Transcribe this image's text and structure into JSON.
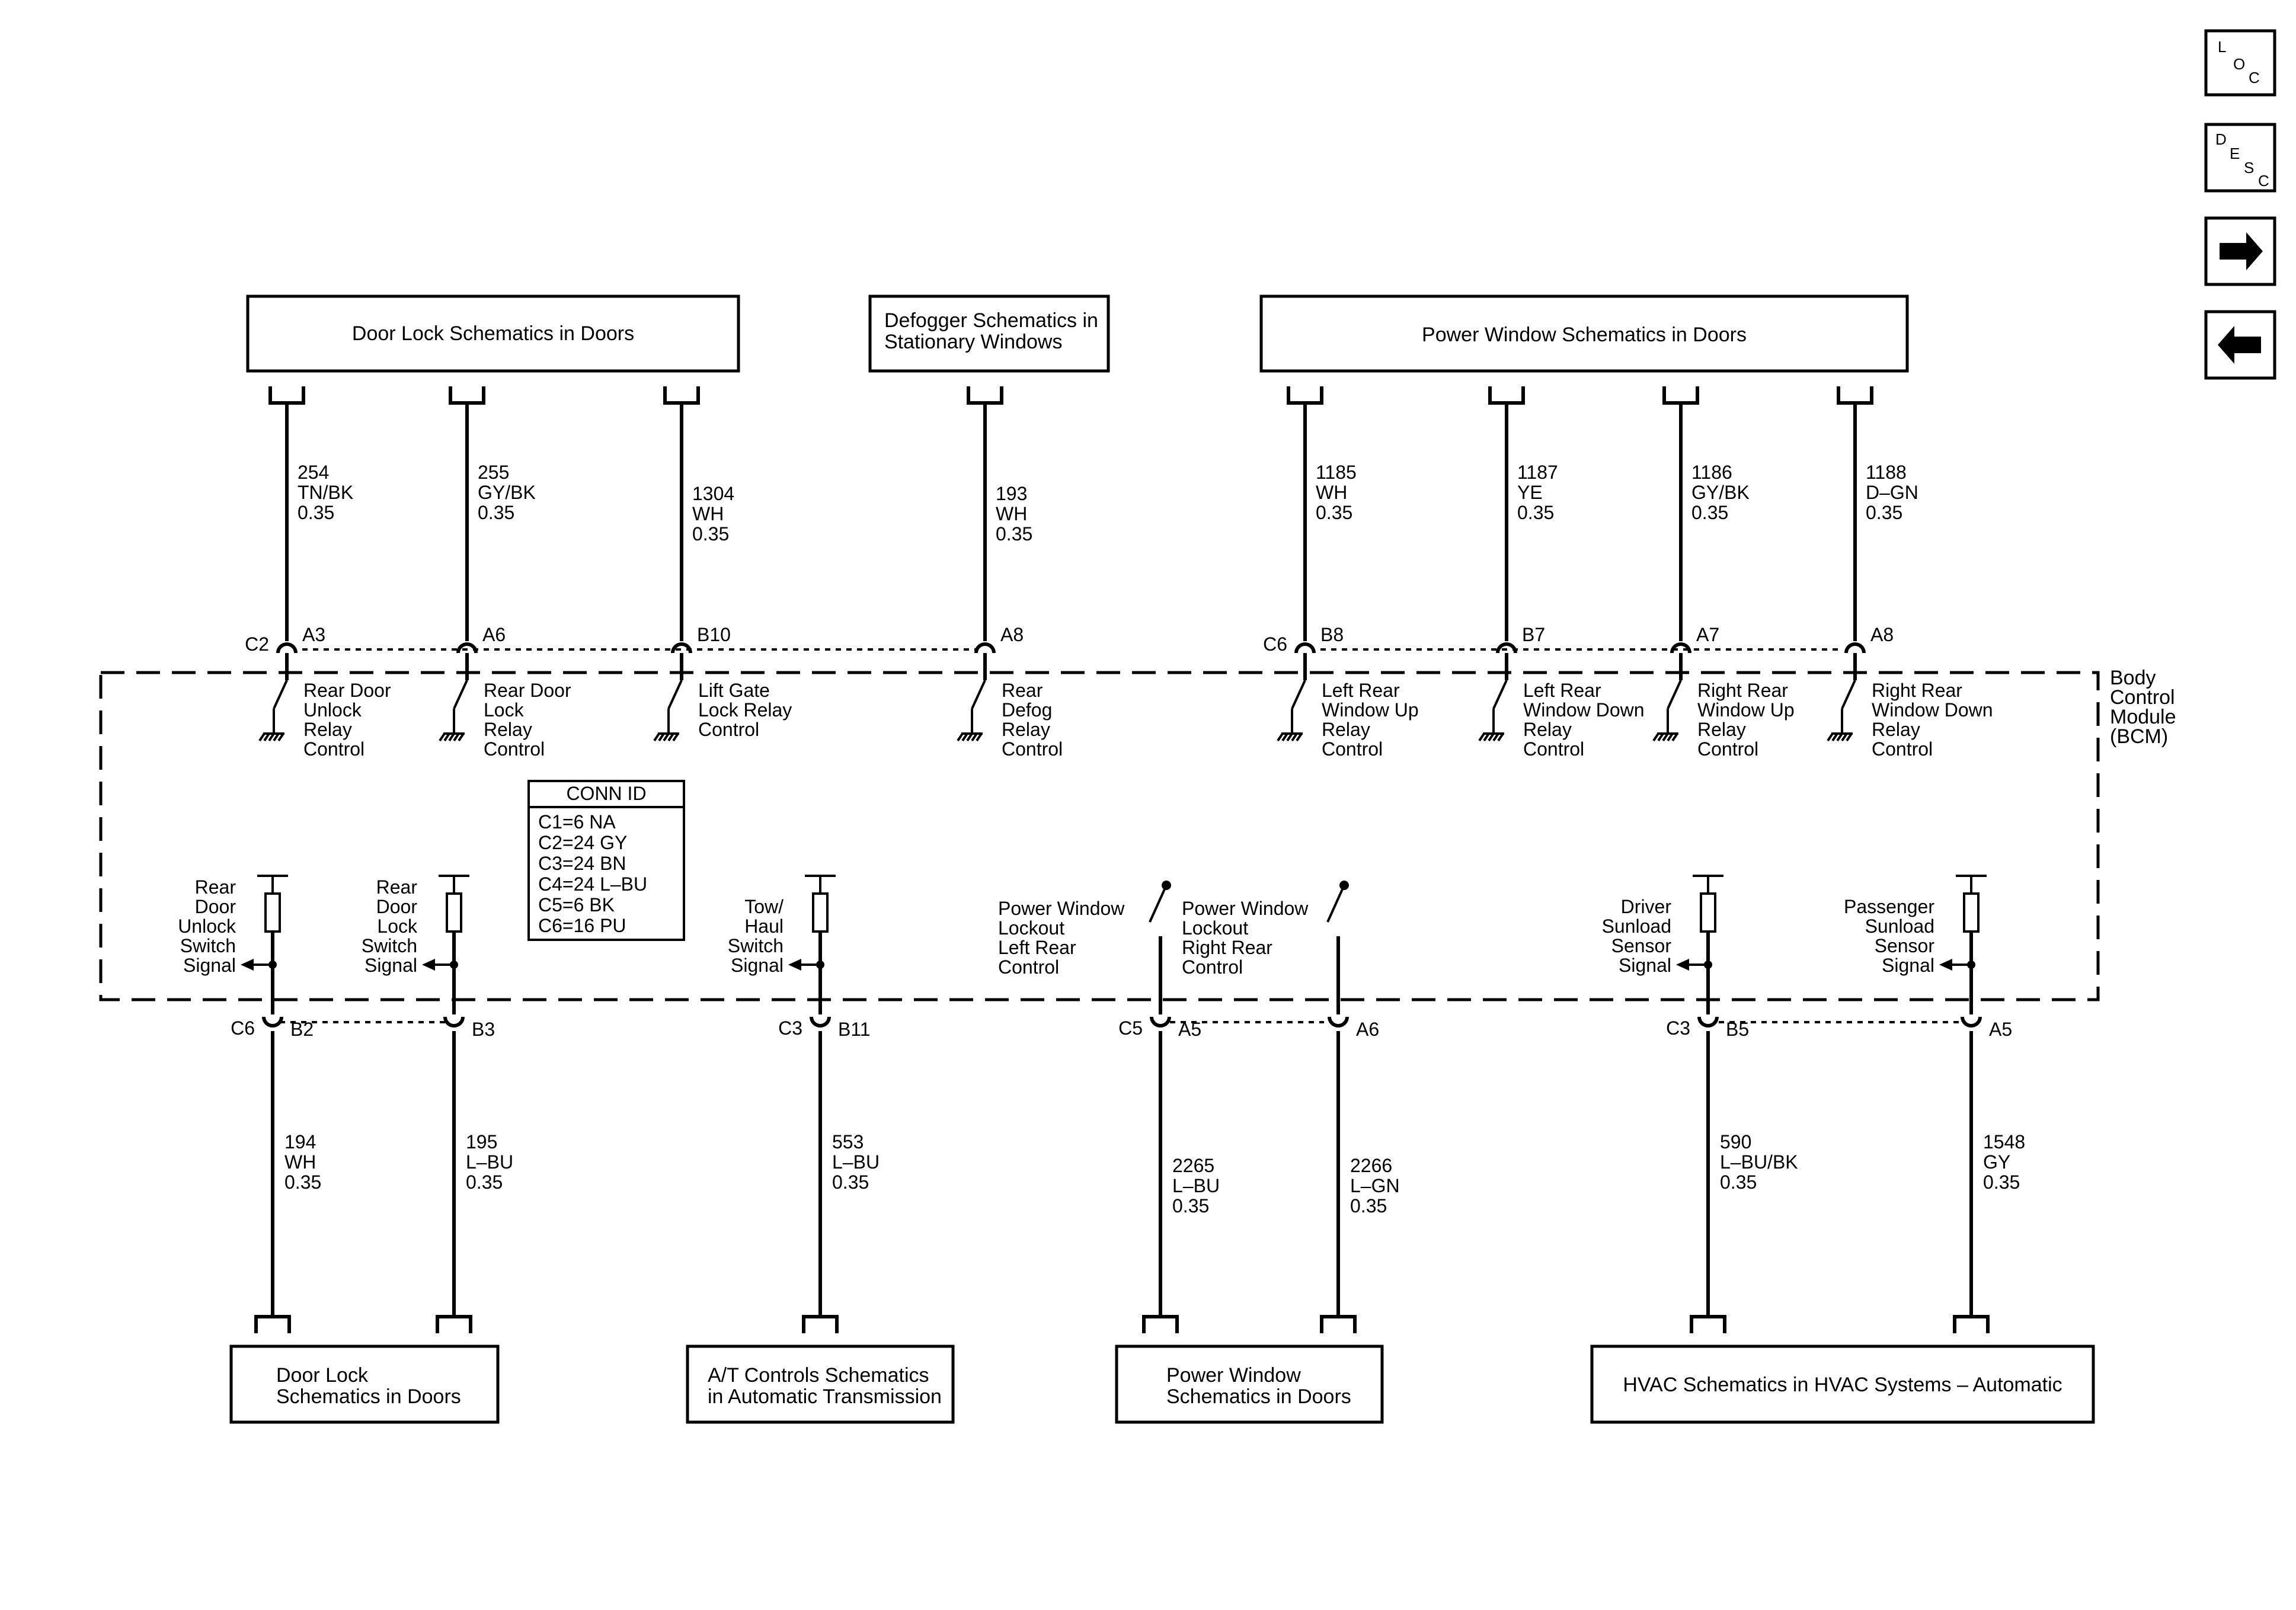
{
  "nav": {
    "loc": [
      "L",
      "O",
      "C"
    ],
    "desc": [
      "D",
      "E",
      "S",
      "C"
    ]
  },
  "top_boxes": [
    {
      "lines": [
        "Door Lock Schematics in Doors"
      ]
    },
    {
      "lines": [
        "Defogger Schematics in",
        "Stationary Windows"
      ]
    },
    {
      "lines": [
        "Power Window Schematics in Doors"
      ]
    }
  ],
  "bottom_boxes": [
    {
      "lines": [
        "Door Lock",
        "Schematics in Doors"
      ]
    },
    {
      "lines": [
        "A/T Controls Schematics",
        "in Automatic Transmission"
      ]
    },
    {
      "lines": [
        "Power Window",
        "Schematics in Doors"
      ]
    },
    {
      "lines": [
        "HVAC Schematics in HVAC Systems – Automatic"
      ]
    }
  ],
  "module": {
    "lines": [
      "Body",
      "Control",
      "Module",
      "(BCM)"
    ]
  },
  "top_circuits": [
    {
      "wire": [
        "254",
        "TN/BK",
        "0.35"
      ],
      "connector": "C2",
      "pin": "A3",
      "function": [
        "Rear Door",
        "Unlock",
        "Relay",
        "Control"
      ]
    },
    {
      "wire": [
        "255",
        "GY/BK",
        "0.35"
      ],
      "connector": "",
      "pin": "A6",
      "function": [
        "Rear Door",
        "Lock",
        "Relay",
        "Control"
      ]
    },
    {
      "wire": [
        "1304",
        "WH",
        "0.35"
      ],
      "connector": "",
      "pin": "B10",
      "function": [
        "Lift Gate",
        "Lock Relay",
        "Control"
      ]
    },
    {
      "wire": [
        "193",
        "WH",
        "0.35"
      ],
      "connector": "",
      "pin": "A8",
      "function": [
        "Rear",
        "Defog",
        "Relay",
        "Control"
      ]
    },
    {
      "wire": [
        "1185",
        "WH",
        "0.35"
      ],
      "connector": "C6",
      "pin": "B8",
      "function": [
        "Left Rear",
        "Window Up",
        "Relay",
        "Control"
      ]
    },
    {
      "wire": [
        "1187",
        "YE",
        "0.35"
      ],
      "connector": "",
      "pin": "B7",
      "function": [
        "Left Rear",
        "Window Down",
        "Relay",
        "Control"
      ]
    },
    {
      "wire": [
        "1186",
        "GY/BK",
        "0.35"
      ],
      "connector": "",
      "pin": "A7",
      "function": [
        "Right Rear",
        "Window Up",
        "Relay",
        "Control"
      ]
    },
    {
      "wire": [
        "1188",
        "D–GN",
        "0.35"
      ],
      "connector": "",
      "pin": "A8",
      "function": [
        "Right Rear",
        "Window Down",
        "Relay",
        "Control"
      ]
    }
  ],
  "bottom_circuits": [
    {
      "wire": [
        "194",
        "WH",
        "0.35"
      ],
      "connector": "C6",
      "pin": "B2",
      "function": [
        "Rear",
        "Door",
        "Unlock",
        "Switch",
        "Signal"
      ]
    },
    {
      "wire": [
        "195",
        "L–BU",
        "0.35"
      ],
      "connector": "",
      "pin": "B3",
      "function": [
        "Rear",
        "Door",
        "Lock",
        "Switch",
        "Signal"
      ]
    },
    {
      "wire": [
        "553",
        "L–BU",
        "0.35"
      ],
      "connector": "C3",
      "pin": "B11",
      "function": [
        "Tow/",
        "Haul",
        "Switch",
        "Signal"
      ]
    },
    {
      "wire": [
        "2265",
        "L–BU",
        "0.35"
      ],
      "connector": "C5",
      "pin": "A5",
      "function": [
        "Power Window",
        "Lockout",
        "Left Rear",
        "Control"
      ]
    },
    {
      "wire": [
        "2266",
        "L–GN",
        "0.35"
      ],
      "connector": "",
      "pin": "A6",
      "function": [
        "Power Window",
        "Lockout",
        "Right Rear",
        "Control"
      ]
    },
    {
      "wire": [
        "590",
        "L–BU/BK",
        "0.35"
      ],
      "connector": "C3",
      "pin": "B5",
      "function": [
        "Driver",
        "Sunload",
        "Sensor",
        "Signal"
      ]
    },
    {
      "wire": [
        "1548",
        "GY",
        "0.35"
      ],
      "connector": "",
      "pin": "A5",
      "function": [
        "Passenger",
        "Sunload",
        "Sensor",
        "Signal"
      ]
    }
  ],
  "conn_id": {
    "title": "CONN ID",
    "rows": [
      "C1=6 NA",
      "C2=24 GY",
      "C3=24 BN",
      "C4=24 L–BU",
      "C5=6 BK",
      "C6=16 PU"
    ]
  }
}
